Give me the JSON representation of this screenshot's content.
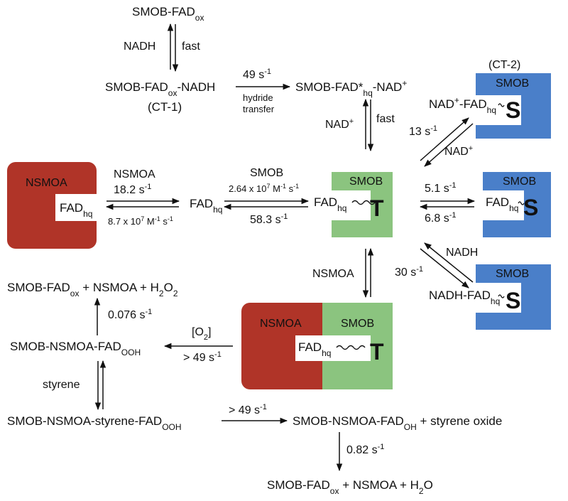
{
  "species": {
    "smob_fad_ox_top": [
      "SMOB-FAD",
      "ox",
      ""
    ],
    "smob_fad_ox_nadh": [
      "SMOB-FAD",
      "ox",
      "-NADH"
    ],
    "ct1": "(CT-1)",
    "smob_fadstar_nad": [
      "SMOB-FAD*",
      "hq",
      "-NAD",
      "+"
    ],
    "fad_hq_free": [
      "FAD",
      "hq"
    ],
    "smob_fad_ox_products": [
      "SMOB-FAD",
      "ox",
      " + NSMOA + H",
      "2",
      "O",
      "2"
    ],
    "smob_nsmoa_fadooh": [
      "SMOB-NSMOA-FAD",
      "OOH"
    ],
    "smob_nsmoa_styrene_fadooh": [
      "SMOB-NSMOA-styrene-FAD",
      "OOH"
    ],
    "smob_nsmoa_fadoh": [
      "SMOB-NSMOA-FAD",
      "OH",
      " + styrene oxide"
    ],
    "smob_fad_ox_water": [
      "SMOB-FAD",
      "ox",
      " + NSMOA + H",
      "2",
      "O"
    ]
  },
  "boxes": {
    "nsmoa_left": {
      "title": "NSMOA",
      "fad": [
        "FAD",
        "hq"
      ],
      "color": "#b03428"
    },
    "smob_T_center": {
      "title": "SMOB",
      "fad": [
        "FAD",
        "hq"
      ],
      "letter": "T",
      "color": "#8bc47f"
    },
    "ct2_label": "(CT-2)",
    "smob_S_ct2": {
      "title": "SMOB",
      "fad": [
        "NAD",
        "+",
        "-FAD",
        "hq"
      ],
      "letter": "S",
      "color": "#4a7fc9"
    },
    "smob_S_mid": {
      "title": "SMOB",
      "fad": [
        "FAD",
        "hq"
      ],
      "letter": "S",
      "color": "#4a7fc9"
    },
    "smob_S_nadh": {
      "title": "SMOB",
      "fad": [
        "NADH-FAD",
        "hq"
      ],
      "letter": "S",
      "color": "#4a7fc9"
    },
    "complex": {
      "nsmoa_title": "NSMOA",
      "smob_title": "SMOB",
      "fad": [
        "FAD",
        "hq"
      ],
      "letter": "T",
      "nsmoa_color": "#b03428",
      "smob_color": "#8bc47f"
    }
  },
  "labels": {
    "nadh_1": "NADH",
    "fast_1": "fast",
    "rate_49_top": [
      "49 s",
      "-1"
    ],
    "hydride": "hydride",
    "transfer": "transfer",
    "nad_plus_1": [
      "NAD",
      "+"
    ],
    "fast_2": "fast",
    "rate_13": [
      "13 s",
      "-1"
    ],
    "nad_plus_2": [
      "NAD",
      "+"
    ],
    "nsmoa": "NSMOA",
    "rate_18_2": [
      "18.2 s",
      "-1"
    ],
    "rate_8_7e7": [
      "8.7 x 10",
      "7",
      " M",
      "-1",
      " s",
      "-1"
    ],
    "smob": "SMOB",
    "rate_2_64e7": [
      "2.64 x 10",
      "7",
      " M",
      "-1",
      " s",
      "-1"
    ],
    "rate_58_3": [
      "58.3 s",
      "-1"
    ],
    "rate_5_1": [
      "5.1 s",
      "-1"
    ],
    "rate_6_8": [
      "6.8 s",
      "-1"
    ],
    "nadh_2": "NADH",
    "rate_30": [
      "30 s",
      "-1"
    ],
    "nsmoa_2": "NSMOA",
    "rate_0_076": [
      "0.076 s",
      "-1"
    ],
    "o2": [
      "[O",
      "2",
      "]"
    ],
    "rate_gt49_1": [
      "> 49 s",
      "-1"
    ],
    "styrene": "styrene",
    "rate_gt49_2": [
      "> 49 s",
      "-1"
    ],
    "rate_0_82": [
      "0.82 s",
      "-1"
    ]
  }
}
